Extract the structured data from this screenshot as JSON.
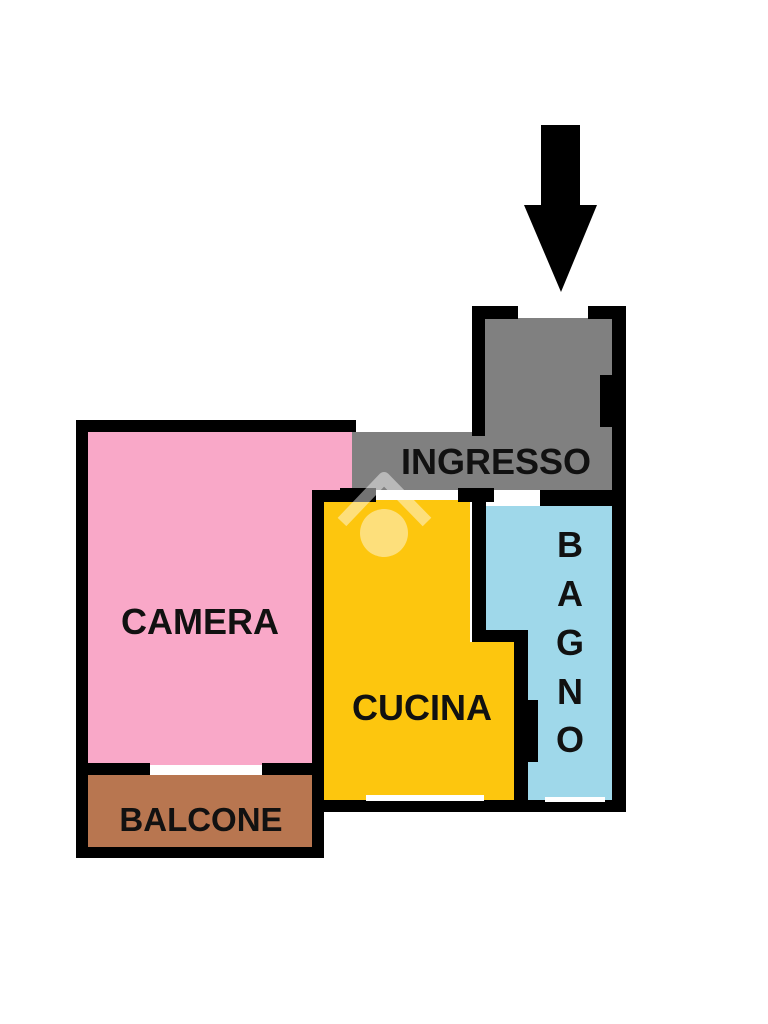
{
  "floorplan": {
    "colors": {
      "wall": "#000000",
      "camera": "#f9a8c8",
      "cucina": "#fdc60e",
      "bagno": "#9fd8ea",
      "ingresso": "#808080",
      "balcone": "#b87650",
      "window": "#ffffff",
      "watermark": "#ffffff"
    },
    "icons": {
      "entrance_arrow": "arrow-down-icon",
      "watermark": "house-logo-icon"
    },
    "rooms": {
      "ingresso": "INGRESSO",
      "camera": "CAMERA",
      "cucina": "CUCINA",
      "bagno": [
        "B",
        "A",
        "G",
        "N",
        "O"
      ],
      "balcone": "BALCONE"
    }
  }
}
